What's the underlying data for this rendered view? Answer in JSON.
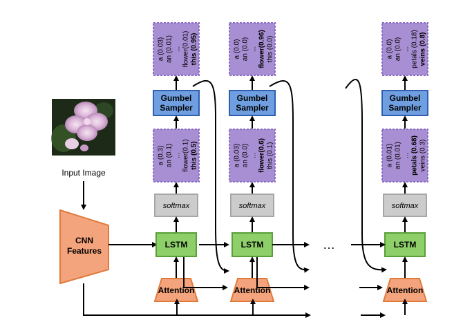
{
  "input_label": "Input Image",
  "cnn_label": [
    "CNN",
    "Features"
  ],
  "lstm_label": "LSTM",
  "attention_label": "Attention",
  "softmax_label": "softmax",
  "gumbel_label": [
    "Gumbel",
    "Sampler"
  ],
  "ellipsis": "…",
  "columns": [
    {
      "pre": [
        {
          "word": "a (0.3)",
          "bold": false
        },
        {
          "word": "an (0.1)",
          "bold": false
        },
        {
          "word": "...",
          "bold": false
        },
        {
          "word": "flower(0.1)",
          "bold": false
        },
        {
          "word": "this (0.5)",
          "bold": true
        }
      ],
      "post": [
        {
          "word": "a (0.03)",
          "bold": false
        },
        {
          "word": "an (0.01)",
          "bold": false
        },
        {
          "word": "...",
          "bold": false
        },
        {
          "word": "flower(0.01)",
          "bold": false
        },
        {
          "word": "this (0.95)",
          "bold": true
        }
      ]
    },
    {
      "pre": [
        {
          "word": "a (0.03)",
          "bold": false
        },
        {
          "word": "an (0.0)",
          "bold": false
        },
        {
          "word": "...",
          "bold": false
        },
        {
          "word": "flower(0.6)",
          "bold": true
        },
        {
          "word": "this (0.1)",
          "bold": false
        }
      ],
      "post": [
        {
          "word": "a (0.0)",
          "bold": false
        },
        {
          "word": "an (0.0)",
          "bold": false
        },
        {
          "word": "...",
          "bold": false
        },
        {
          "word": "flower(0.96)",
          "bold": true
        },
        {
          "word": "this (0.0)",
          "bold": false
        }
      ]
    },
    {
      "pre": [
        {
          "word": "a (0.01)",
          "bold": false
        },
        {
          "word": "an (0.01)",
          "bold": false
        },
        {
          "word": "...",
          "bold": false
        },
        {
          "word": "petals (0.68)",
          "bold": true
        },
        {
          "word": "veins (0.3)",
          "bold": false
        }
      ],
      "post": [
        {
          "word": "a (0.0)",
          "bold": false
        },
        {
          "word": "an (0.0)",
          "bold": false
        },
        {
          "word": "...",
          "bold": false
        },
        {
          "word": "petals (0.18)",
          "bold": false
        },
        {
          "word": "veins (0.8)",
          "bold": true
        }
      ]
    }
  ],
  "colors": {
    "purple_fill": "#a88fd3",
    "purple_border": "#8a6cc4",
    "blue_fill": "#6f9fe0",
    "blue_border": "#2f5fb0",
    "gray_fill": "#cccccc",
    "gray_border": "#a6a6a6",
    "green_fill": "#8fcf6a",
    "green_border": "#5aa03a",
    "orange_fill": "#f4a47c",
    "orange_border": "#e07a3c"
  }
}
